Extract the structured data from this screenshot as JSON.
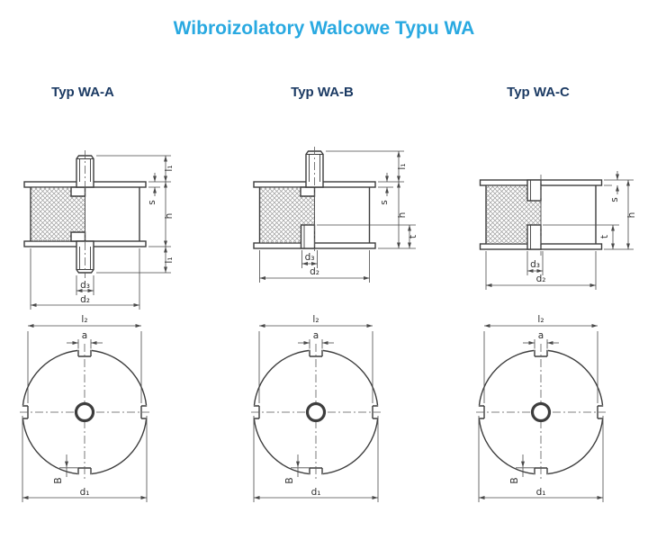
{
  "title": "Wibroizolatory Walcowe Typu WA",
  "columns": [
    {
      "label": "Typ WA-A",
      "side_dims": {
        "l1_top": "l₁",
        "s": "s",
        "h": "h",
        "l1_bottom": "l₁",
        "d3": "d₃",
        "d2": "d₂"
      },
      "top_dims": {
        "l2": "l₂",
        "a": "a",
        "B": "B",
        "d1": "d₁"
      }
    },
    {
      "label": "Typ WA-B",
      "side_dims": {
        "l1_top": "l₁",
        "s": "s",
        "h": "h",
        "t": "t",
        "d3": "d₃",
        "d2": "d₂"
      },
      "top_dims": {
        "l2": "l₂",
        "a": "a",
        "B": "B",
        "d1": "d₁"
      }
    },
    {
      "label": "Typ WA-C",
      "side_dims": {
        "s": "s",
        "h": "h",
        "t": "t",
        "d3": "d₃",
        "d2": "d₂"
      },
      "top_dims": {
        "l2": "l₂",
        "a": "a",
        "B": "B",
        "d1": "d₁"
      }
    }
  ],
  "colors": {
    "title": "#29a9e1",
    "subtitle": "#1b3a63",
    "line": "#3d3d3d"
  }
}
